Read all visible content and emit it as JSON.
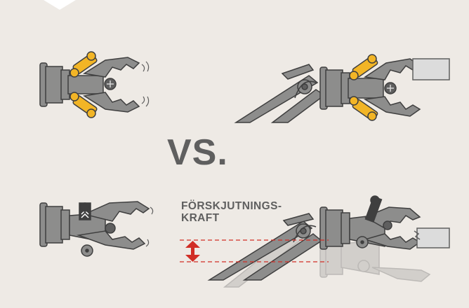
{
  "vs_text": "VS.",
  "force_label": {
    "line1": "FÖRSKJUTNINGS-",
    "line2": "KRAFT"
  },
  "colors": {
    "background": "#eeeae5",
    "steel": "#8d8d8c",
    "steel_dark": "#5f5f5f",
    "outline": "#3f3f3f",
    "cylinder": "#f2b526",
    "force_arrow": "#d12e26",
    "text": "#5f5f5f"
  },
  "icons": [
    "crusher-jaw-icon",
    "excavator-arm-icon",
    "hydraulic-cylinder-icon",
    "double-arrow-icon"
  ]
}
